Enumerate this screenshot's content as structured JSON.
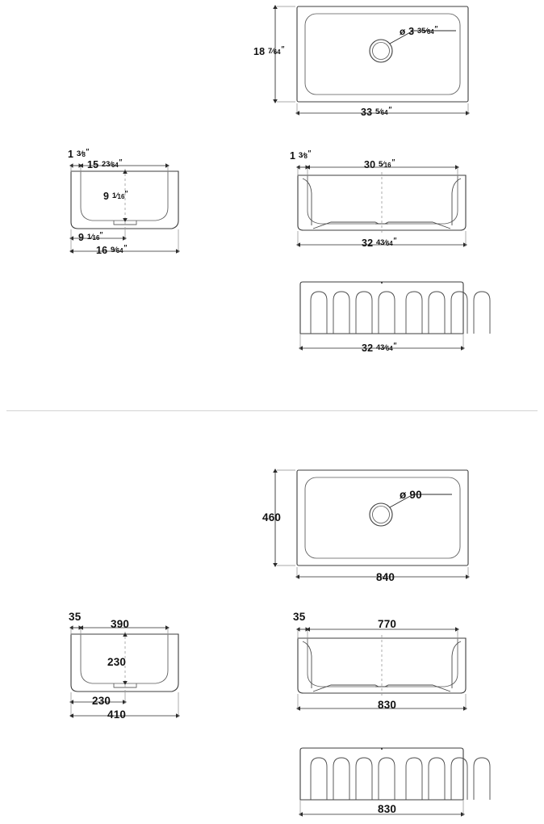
{
  "document": {
    "kind": "technical-drawing",
    "subject": "fireclay apron-front farmhouse sink",
    "views": [
      "top",
      "side-elevation",
      "front-elevation",
      "fluted-apron"
    ],
    "units_blocks": [
      "imperial-inches",
      "metric-millimeters"
    ]
  },
  "imperial": {
    "top_view": {
      "height_label": {
        "whole": "18",
        "num": "7",
        "den": "64",
        "unit": "″"
      },
      "width_label": {
        "whole": "33",
        "num": "5",
        "den": "64",
        "unit": "″"
      },
      "drain_label": {
        "symbol": "ø",
        "whole": "3",
        "num": "35",
        "den": "64",
        "unit": "″"
      }
    },
    "side_view": {
      "rim_label": {
        "whole": "1",
        "num": "3",
        "den": "8",
        "unit": "″"
      },
      "top_label": {
        "whole": "15",
        "num": "23",
        "den": "64",
        "unit": "″"
      },
      "depth_label": {
        "whole": "9",
        "num": "1",
        "den": "16",
        "unit": "″"
      },
      "bottom_label": {
        "whole": "9",
        "num": "1",
        "den": "16",
        "unit": "″"
      },
      "overall_label": {
        "whole": "16",
        "num": "9",
        "den": "64",
        "unit": "″"
      }
    },
    "front_view": {
      "rim_label": {
        "whole": "1",
        "num": "3",
        "den": "8",
        "unit": "″"
      },
      "top_label": {
        "whole": "30",
        "num": "5",
        "den": "16",
        "unit": "″"
      },
      "overall_label": {
        "whole": "32",
        "num": "43",
        "den": "64",
        "unit": "″"
      }
    },
    "apron_view": {
      "width_label": {
        "whole": "32",
        "num": "43",
        "den": "64",
        "unit": "″"
      },
      "flute_count": 8
    }
  },
  "metric": {
    "top_view": {
      "height_label": "460",
      "width_label": "840",
      "drain_label": "ø 90"
    },
    "side_view": {
      "rim_label": "35",
      "top_label": "390",
      "depth_label": "230",
      "bottom_label": "230",
      "overall_label": "410"
    },
    "front_view": {
      "rim_label": "35",
      "top_label": "770",
      "overall_label": "830"
    },
    "apron_view": {
      "width_label": "830",
      "flute_count": 8
    }
  },
  "colors": {
    "background": "#ffffff",
    "outline": "#3c3c3c",
    "dimension": "#2a2a2a",
    "extension": "#8c8c8c",
    "centerline": "#9a9a9a",
    "divider": "#d4d4d4",
    "text": "#111111"
  }
}
